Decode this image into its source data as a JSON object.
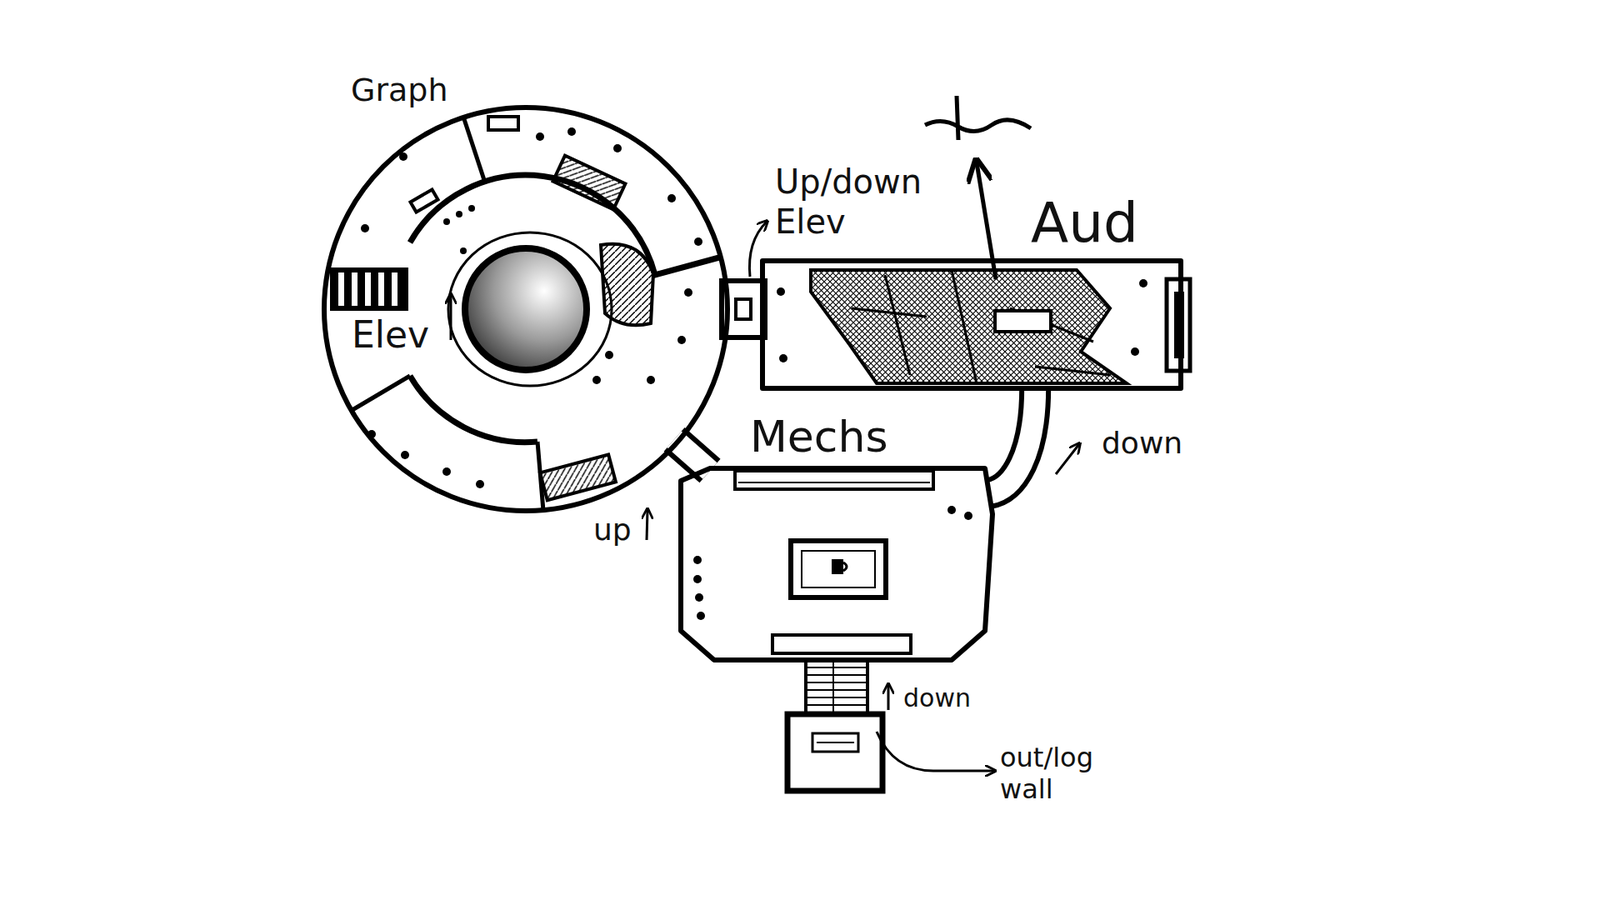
{
  "diagram": {
    "nodes": [
      {
        "text": [
          "Graph",
          "Elev"
        ]
      },
      {
        "text": [
          "Aud"
        ]
      },
      {
        "text": [
          "Mechs"
        ]
      }
    ],
    "edges": [
      {
        "from": 0,
        "to": 1,
        "arrow": "none",
        "label": "Up/down Elev"
      },
      {
        "from": 1,
        "to": 2,
        "arrow": "none",
        "label": "down"
      },
      {
        "from": 0,
        "to": 2,
        "arrow": "none",
        "label": "up"
      }
    ],
    "labels": [
      "down",
      "out/log wall"
    ]
  }
}
